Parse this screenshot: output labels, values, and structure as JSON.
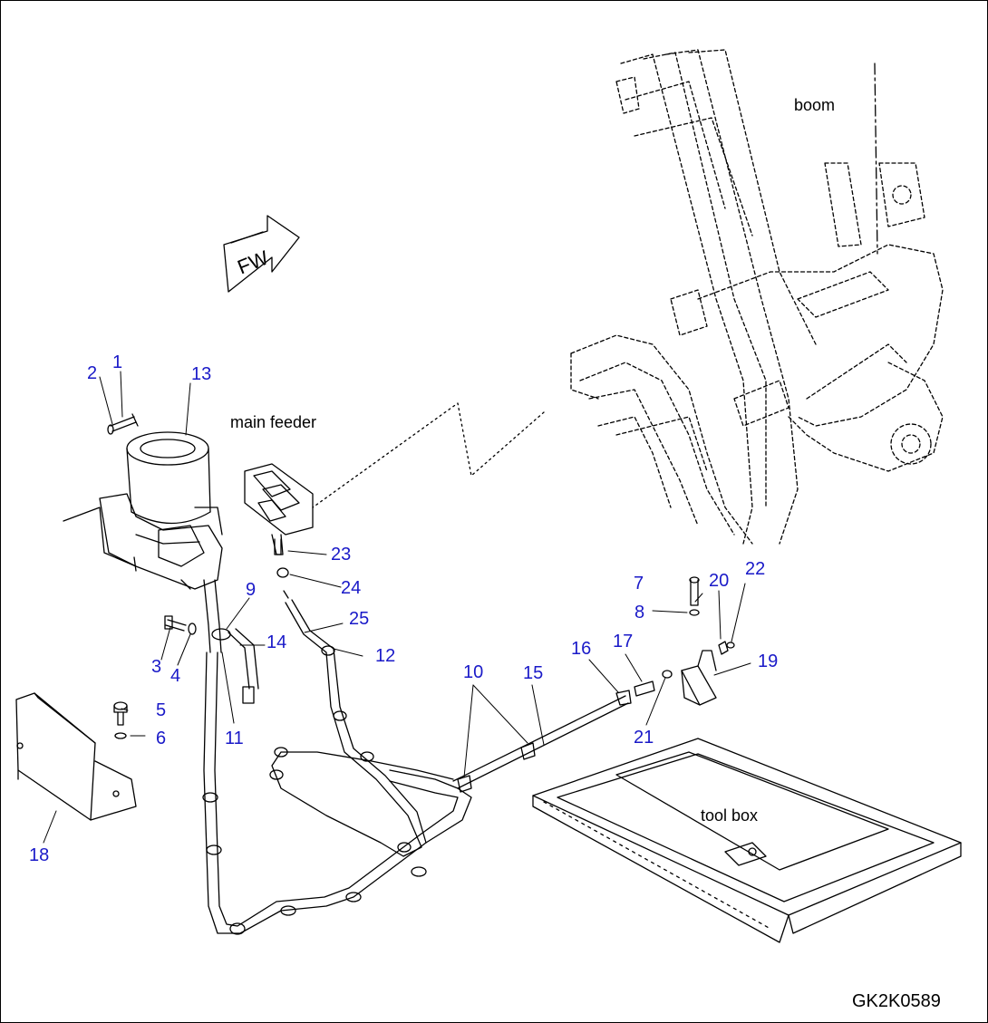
{
  "labels": {
    "boom": "boom",
    "main_feeder": "main feeder",
    "tool_box": "tool box",
    "fw": "FW"
  },
  "drawing_code": "GK2K0589",
  "callouts": [
    "1",
    "2",
    "3",
    "4",
    "5",
    "6",
    "7",
    "8",
    "9",
    "10",
    "11",
    "12",
    "13",
    "14",
    "15",
    "16",
    "17",
    "18",
    "19",
    "20",
    "21",
    "22",
    "23",
    "24",
    "25"
  ],
  "colors": {
    "callout": "#1a1ac8",
    "line": "#000000"
  }
}
